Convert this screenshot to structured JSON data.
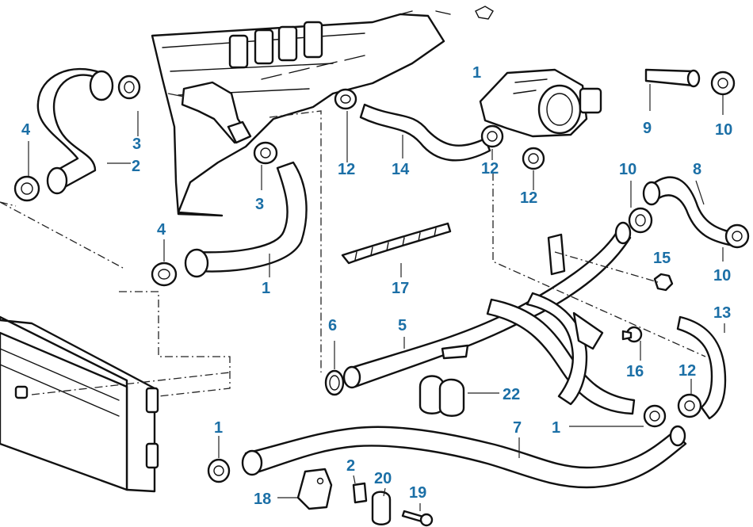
{
  "accent_color": "#1b6fa6",
  "callouts": {
    "c4a": "4",
    "c3a": "3",
    "c2": "2",
    "c3b": "3",
    "c4b": "4",
    "c1": "1",
    "c12a": "12",
    "c14": "14",
    "c1top": "1",
    "c12b": "12",
    "c12c": "12",
    "c9": "9",
    "c10a": "10",
    "c10b": "10",
    "c8": "8",
    "c15": "15",
    "c10c": "10",
    "c17": "17",
    "c6": "6",
    "c5": "5",
    "c13": "13",
    "c16": "16",
    "c12d": "12",
    "c22": "22",
    "c11a": "1",
    "c7": "7",
    "c11b": "1",
    "c2b": "2",
    "c20": "20",
    "c18": "18",
    "c19": "19"
  },
  "parts": [
    "engine-block",
    "throttle-body",
    "radiator",
    "hose-1",
    "hose-2",
    "hose-5",
    "hose-7",
    "hose-8",
    "hose-9",
    "hose-13",
    "hose-14",
    "cable-tie-17",
    "o-ring-6",
    "bracket-18",
    "screw-19",
    "clip-20",
    "clip-22",
    "nut-15",
    "screw-16",
    "hose-clamp"
  ]
}
